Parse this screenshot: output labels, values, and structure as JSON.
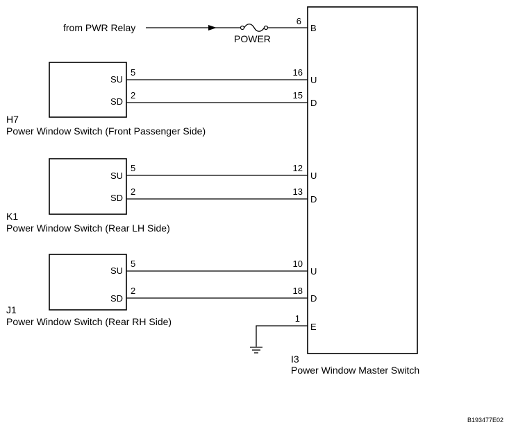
{
  "source": {
    "label": "from PWR Relay"
  },
  "fuse": {
    "label": "POWER"
  },
  "master": {
    "code": "I3",
    "name": "Power Window Master Switch",
    "terminals": [
      {
        "pin": "6",
        "name": "B"
      },
      {
        "pin": "16",
        "name": "U"
      },
      {
        "pin": "15",
        "name": "D"
      },
      {
        "pin": "12",
        "name": "U"
      },
      {
        "pin": "13",
        "name": "D"
      },
      {
        "pin": "10",
        "name": "U"
      },
      {
        "pin": "18",
        "name": "D"
      },
      {
        "pin": "1",
        "name": "E"
      }
    ]
  },
  "switches": [
    {
      "code": "H7",
      "name": "Power Window Switch (Front Passenger Side)",
      "terms": [
        {
          "name": "SU",
          "pin": "5"
        },
        {
          "name": "SD",
          "pin": "2"
        }
      ]
    },
    {
      "code": "K1",
      "name": "Power Window Switch (Rear LH Side)",
      "terms": [
        {
          "name": "SU",
          "pin": "5"
        },
        {
          "name": "SD",
          "pin": "2"
        }
      ]
    },
    {
      "code": "J1",
      "name": "Power Window Switch (Rear RH Side)",
      "terms": [
        {
          "name": "SU",
          "pin": "5"
        },
        {
          "name": "SD",
          "pin": "2"
        }
      ]
    }
  ],
  "drawing_code": "B193477E02"
}
